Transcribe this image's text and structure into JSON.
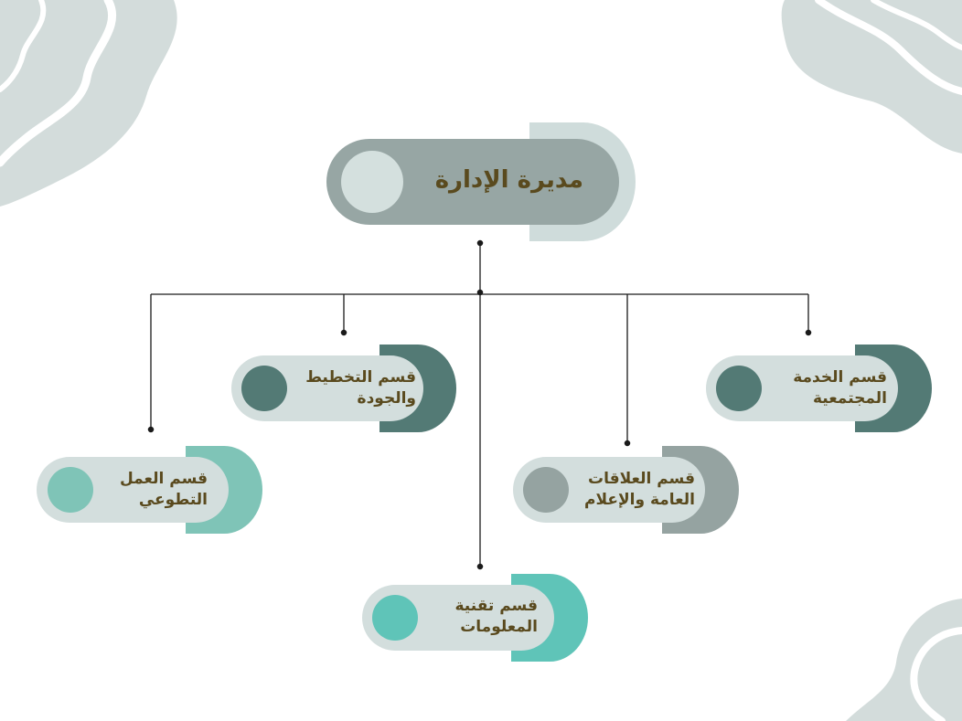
{
  "colors": {
    "background": "#ffffff",
    "blob": "#d3dcdb",
    "blob_line": "#ffffff",
    "line": "#1a1a1a",
    "text": "#5a4a1e",
    "root_outer": "#cfdcdb",
    "root_inner": "#97a6a4",
    "root_circle": "#d4e0de",
    "pill_bg": "#d3dedd"
  },
  "org_chart": {
    "root": {
      "label": "مديرة الإدارة"
    },
    "departments": [
      {
        "id": "community",
        "lines": [
          "قسم الخدمة",
          "المجتمعية"
        ],
        "accent": "#537a75"
      },
      {
        "id": "planning",
        "lines": [
          "قسم التخطيط",
          "والجودة"
        ],
        "accent": "#537a75"
      },
      {
        "id": "relations",
        "lines": [
          "قسم العلاقات",
          "العامة والإعلام"
        ],
        "accent": "#95a3a1"
      },
      {
        "id": "volunteer",
        "lines": [
          "قسم العمل",
          "التطوعي"
        ],
        "accent": "#7fc4b7"
      },
      {
        "id": "it",
        "lines": [
          "قسم تقنية",
          "المعلومات"
        ],
        "accent": "#5fc4b8"
      }
    ]
  }
}
